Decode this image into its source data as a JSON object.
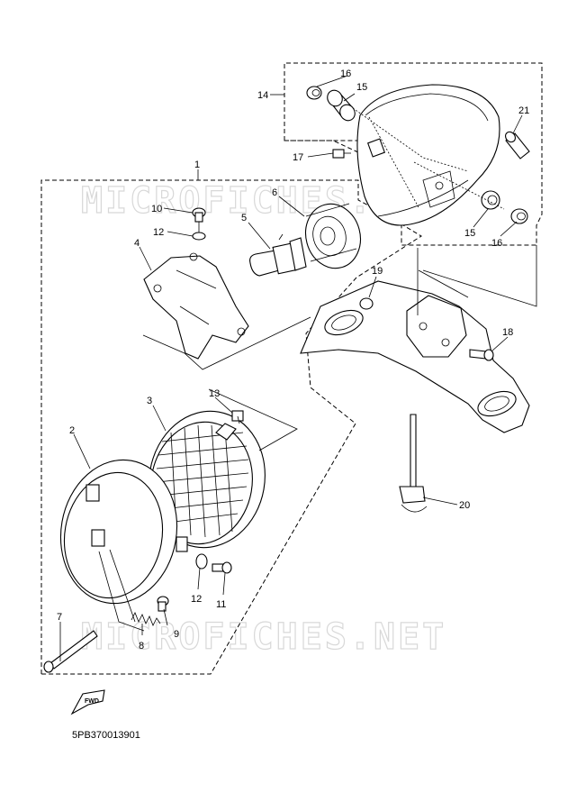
{
  "watermark": "MICROFICHES.NET",
  "diagram_code": "5PB370013901",
  "fwd_label": "FWD",
  "callouts": {
    "c1": "1",
    "c2": "2",
    "c3": "3",
    "c4": "4",
    "c5": "5",
    "c6": "6",
    "c7": "7",
    "c8": "8",
    "c9": "9",
    "c10": "10",
    "c11": "11",
    "c12a": "12",
    "c12b": "12",
    "c13": "13",
    "c14": "14",
    "c15a": "15",
    "c15b": "15",
    "c16a": "16",
    "c16b": "16",
    "c17": "17",
    "c18": "18",
    "c19": "19",
    "c20": "20",
    "c21": "21"
  }
}
